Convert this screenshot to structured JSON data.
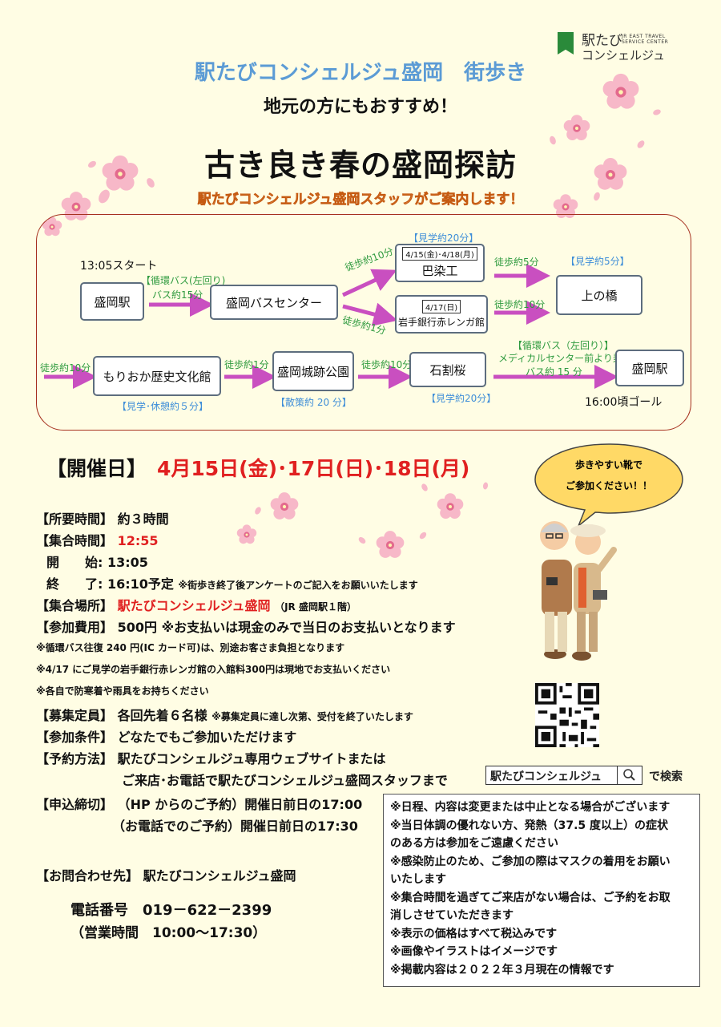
{
  "logo": {
    "line1": "駅たび",
    "small": "JR EAST TRAVEL SERVICE CENTER",
    "line2": "コンシェルジュ"
  },
  "header": {
    "subtitle": "駅たびコンシェルジュ盛岡　街歩き",
    "recommend": "地元の方にもおすすめ！",
    "title": "古き良き春の盛岡探訪",
    "guide": "駅たびコンシェルジュ盛岡スタッフがご案内します！"
  },
  "route": {
    "start_time": "13:05スタート",
    "end_time": "16:00頃ゴール",
    "nodes": {
      "morioka_station": "盛岡駅",
      "bus_center": "盛岡バスセンター",
      "tomoe_tag": "4/15(金)･4/18(月)",
      "tomoe": "巴染工",
      "bank_tag": "4/17(日)",
      "bank": "岩手銀行赤レンガ館",
      "kaminohashi": "上の橋",
      "museum": "もりおか歴史文化館",
      "castle_park": "盛岡城跡公園",
      "ishiwari": "石割桜",
      "morioka_station_goal": "盛岡駅"
    },
    "labels": {
      "bus_out_1": "【循環バス(左回り)",
      "bus_out_2": "バス約15分",
      "walk_to_tomoe": "徒歩約10分",
      "walk_to_bank": "徒歩約1分",
      "visit_tomoe": "【見学約20分】",
      "walk_tomoe_kami": "徒歩約5分",
      "walk_bank_kami": "徒歩約10分",
      "visit_kami": "【見学約5分】",
      "walk_kami_museum": "徒歩約10分",
      "visit_museum": "【見学･休憩約５分】",
      "walk_museum_park": "徒歩約1分",
      "stroll_park": "【散策約 20 分】",
      "walk_park_ishiwari": "徒歩約10分",
      "visit_ishiwari": "【見学約20分】",
      "bus_back_1": "【循環バス（左回り）】",
      "bus_back_2": "メディカルセンター前より乗車",
      "bus_back_3": "バス約 15 分"
    }
  },
  "event": {
    "dates_label": "【開催日】",
    "dates_value": "4月15日(金)･17日(日)･18日(月)",
    "rows": {
      "duration_label": "【所要時間】",
      "duration_value": "約３時間",
      "meet_time_label": "【集合時間】",
      "meet_time_value": "12:55",
      "start_label": "開　　始:",
      "start_value": "13:05",
      "end_label": "終　　了:",
      "end_value": "16:10予定",
      "end_note": "※街歩き終了後アンケートのご記入をお願いいたします",
      "place_label": "【集合場所】",
      "place_value": "駅たびコンシェルジュ盛岡",
      "place_note": "（JR 盛岡駅１階）",
      "fee_label": "【参加費用】",
      "fee_value": "500円",
      "fee_note": "※お支払いは現金のみで当日のお支払いとなります",
      "note_bus": "※循環バス往復 240 円(IC カード可)は、別途お客さま負担となります",
      "note_bank": "※4/17 にご見学の岩手銀行赤レンガ館の入館料300円は現地でお支払いください",
      "note_rain": "※各自で防寒着や雨具をお持ちください",
      "capacity_label": "【募集定員】",
      "capacity_value": "各回先着６名様",
      "capacity_note": "※募集定員に達し次第、受付を終了いたします",
      "condition_label": "【参加条件】",
      "condition_value": "どなたでもご参加いただけます",
      "reserve_label": "【予約方法】",
      "reserve_value1": "駅たびコンシェルジュ専用ウェブサイトまたは",
      "reserve_value2": "ご来店･お電話で駅たびコンシェルジュ盛岡スタッフまで",
      "deadline_label": "【申込締切】",
      "deadline_value1": "（HP からのご予約）開催日前日の17:00",
      "deadline_value2": "（お電話でのご予約）開催日前日の17:30"
    }
  },
  "contact": {
    "label": "【お問合わせ先】",
    "name": "駅たびコンシェルジュ盛岡",
    "phone": "電話番号　019－622－2399",
    "hours": "（営業時間　10:00～17:30）"
  },
  "bubble": {
    "line1": "歩きやすい靴で",
    "line2": "ご参加ください！！"
  },
  "search": {
    "keyword": "駅たびコンシェルジュ",
    "suffix": "で検索"
  },
  "notes": [
    "※日程、内容は変更または中止となる場合がございます",
    "※当日体調の優れない方、発熱（37.5 度以上）の症状",
    "のある方は参加をご遠慮ください",
    "※感染防止のため、ご参加の際はマスクの着用をお願い",
    "いたします",
    "※集合時間を過ぎてご来店がない場合は、ご予約をお取",
    "消しさせていただきます",
    "※表示の価格はすべて税込みです",
    "※画像やイラストはイメージです",
    "※掲載内容は２０２２年３月現在の情報です"
  ],
  "colors": {
    "accent_blue": "#5b9bd5",
    "accent_red": "#e02020",
    "arrow": "#c94fc0",
    "route_border": "#a6301e",
    "background": "#fffde4"
  }
}
